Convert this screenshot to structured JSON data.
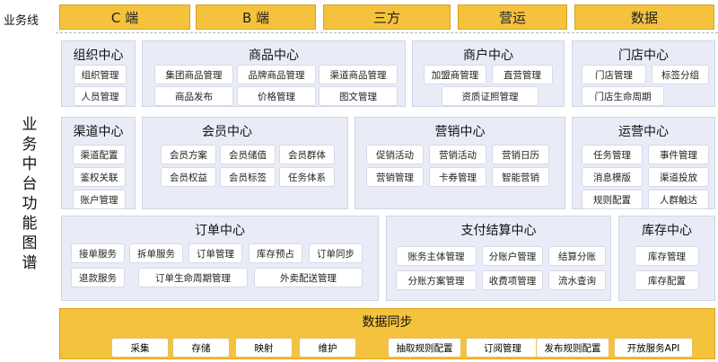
{
  "biz_line": {
    "label": "业务线",
    "items": [
      "C 端",
      "B 端",
      "三方",
      "营运",
      "数据"
    ]
  },
  "side_label": "业务中台功能图谱",
  "centers": {
    "org": {
      "title": "组织中心",
      "items": [
        "组织管理",
        "人员管理"
      ]
    },
    "goods": {
      "title": "商品中心",
      "items": [
        "集团商品管理",
        "品牌商品管理",
        "渠道商品管理",
        "商品发布",
        "价格管理",
        "图文管理"
      ]
    },
    "merchant": {
      "title": "商户中心",
      "items": [
        "加盟商管理",
        "直营管理",
        "资质证照管理"
      ]
    },
    "store": {
      "title": "门店中心",
      "items": [
        "门店管理",
        "标签分组",
        "门店生命周期"
      ]
    },
    "channel": {
      "title": "渠道中心",
      "items": [
        "渠道配置",
        "鉴权关联",
        "账户管理"
      ]
    },
    "member": {
      "title": "会员中心",
      "items": [
        "会员方案",
        "会员储值",
        "会员群体",
        "会员权益",
        "会员标签",
        "任务体系"
      ]
    },
    "marketing": {
      "title": "营销中心",
      "items": [
        "促销活动",
        "营销活动",
        "营销日历",
        "营销管理",
        "卡券管理",
        "智能营销"
      ]
    },
    "ops": {
      "title": "运营中心",
      "items": [
        "任务管理",
        "事件管理",
        "消息模版",
        "渠道投放",
        "规则配置",
        "人群触达"
      ]
    },
    "order": {
      "title": "订单中心",
      "items": [
        "接单服务",
        "拆单服务",
        "订单管理",
        "库存预占",
        "订单同步",
        "退款服务",
        "订单生命周期管理",
        "外卖配送管理"
      ]
    },
    "payment": {
      "title": "支付结算中心",
      "items": [
        "账务主体管理",
        "分账户管理",
        "结算分账",
        "分账方案管理",
        "收费项管理",
        "流水查询"
      ]
    },
    "inventory": {
      "title": "库存中心",
      "items": [
        "库存管理",
        "库存配置"
      ]
    }
  },
  "data_sync": {
    "title": "数据同步",
    "items": [
      "采集",
      "存储",
      "映射",
      "维护",
      "抽取规则配置",
      "订阅管理",
      "发布规则配置",
      "开放服务API"
    ]
  },
  "colors": {
    "accent": "#f5c23e",
    "panel": "#e9ecf6"
  }
}
